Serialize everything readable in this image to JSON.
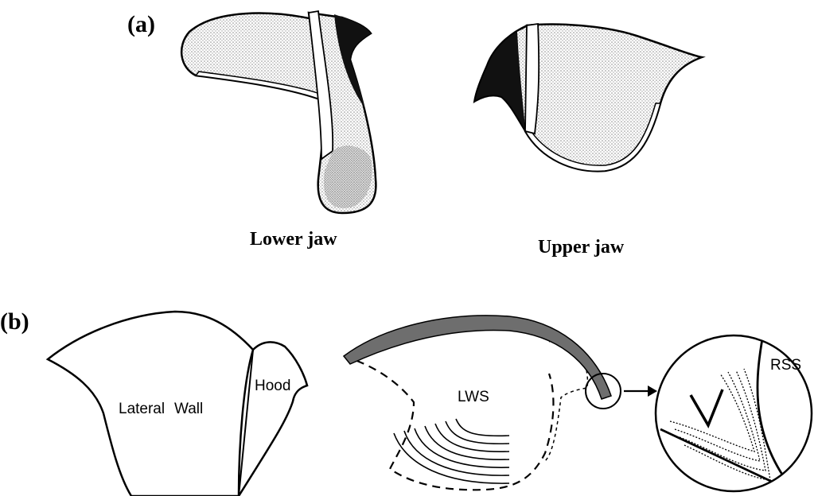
{
  "panel_a": {
    "label": "(a)",
    "lower_jaw_caption": "Lower jaw",
    "upper_jaw_caption": "Upper jaw"
  },
  "panel_b": {
    "label": "(b)",
    "lateral_wall_label": "Lateral",
    "wall_label": "Wall",
    "hood_label": "Hood",
    "lws_label": "LWS",
    "rss_label": "RSS"
  },
  "colors": {
    "ink": "#000000",
    "stipple": "#9a9a9a",
    "band": "#6e6e6e"
  }
}
